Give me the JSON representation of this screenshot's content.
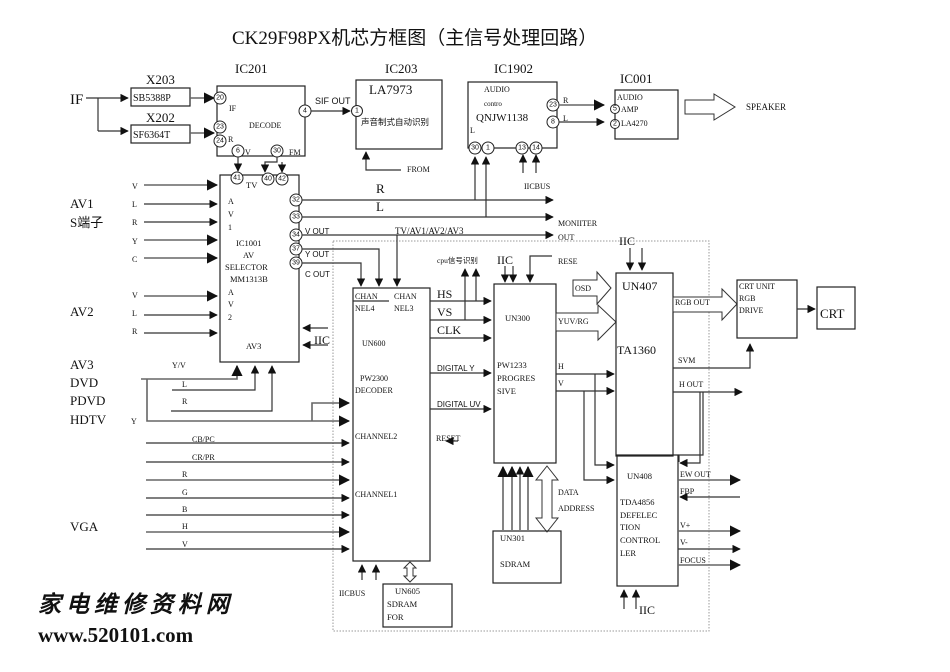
{
  "title": "CK29F98PX机芯方框图（主信号处理回路）",
  "watermark": {
    "line1": "家电维修资料网",
    "line2": "www.520101.com"
  },
  "inputs": {
    "if": "IF",
    "av1": "AV1",
    "av1_sub": "S端子",
    "av2": "AV2",
    "av3_group": [
      "AV3",
      "DVD",
      "PDVD",
      "HDTV"
    ],
    "vga": "VGA",
    "av1_signals": [
      "V",
      "L",
      "R",
      "Y",
      "C"
    ],
    "av2_signals": [
      "V",
      "L",
      "R"
    ],
    "av3_signals": [
      "Y/V",
      "L",
      "R",
      "Y"
    ],
    "channel1_signals": [
      "CB/PC",
      "CR/PR",
      "R",
      "G",
      "B",
      "H",
      "V"
    ]
  },
  "filters": [
    {
      "ref": "X203",
      "part": "SB5388P"
    },
    {
      "ref": "X202",
      "part": "SF6364T"
    }
  ],
  "ic201": {
    "ref": "IC201",
    "name": "DECODE",
    "labels": [
      "IF",
      "R",
      "V",
      "FM"
    ],
    "pins": [
      "20",
      "23",
      "24",
      "6",
      "30",
      "4"
    ],
    "out_label": "SIF OUT"
  },
  "ic203": {
    "ref": "IC203",
    "part": "LA7973",
    "desc": "声音制式自动识别",
    "pin": "1",
    "from_label": "FROM"
  },
  "ic1902": {
    "ref": "IC1902",
    "line1": "AUDIO",
    "line2": "contro",
    "part": "QNJW1138",
    "l_label": "L",
    "r_label": "R",
    "pins": [
      "23",
      "8",
      "30",
      "1",
      "13",
      "14"
    ],
    "bus_label": "IICBUS"
  },
  "ic001": {
    "ref": "IC001",
    "line1": "AUDIO",
    "line2": "AMP",
    "part": "LA4270",
    "pins": [
      "5",
      "2"
    ],
    "speaker_label": "SPEAKER"
  },
  "ic1001": {
    "ref": "IC1001",
    "line1": "AV",
    "line2": "SELECTOR",
    "part": "MM1313B",
    "av1_vert": [
      "A",
      "V",
      "1"
    ],
    "av2_vert": [
      "A",
      "V",
      "2"
    ],
    "tv_label": "TV",
    "av3_label": "AV3",
    "top_pins": [
      "41",
      "40",
      "42"
    ],
    "out_pins": [
      "32",
      "33",
      "34",
      "37",
      "39"
    ],
    "out_labels": [
      "V OUT",
      "Y OUT",
      "C OUT"
    ],
    "iic_label": "IIC"
  },
  "audio_bus": {
    "r_label": "R",
    "l_label": "L",
    "monitor_label": "MONIITER",
    "out_label": "OUT",
    "tv_av_label": "TV/AV1/AV2/AV3"
  },
  "un600": {
    "ref": "UN600",
    "part": "PW2300",
    "name": "DECODER",
    "ch4": [
      "CHAN",
      "NEL4"
    ],
    "ch3": [
      "CHAN",
      "NEL3"
    ],
    "ch2": "CHANNEL2",
    "ch1": "CHANNEL1",
    "bus_label": "IICBUS"
  },
  "un605": {
    "ref": "UN605",
    "line1": "SDRAM",
    "line2": "FOR"
  },
  "signals_mid": {
    "hs": "HS",
    "vs": "VS",
    "clk": "CLK",
    "dig_y": "DIGITAL  Y",
    "dig_uv": "DIGITAL  UV",
    "reset": "RESET",
    "cpu_label": "cpu信号识别",
    "iic": "IIC",
    "rese": "RESE"
  },
  "un300": {
    "ref": "UN300",
    "part": "PW1233",
    "line2": "PROGRES",
    "line3": "SIVE"
  },
  "un301": {
    "ref": "UN301",
    "name": "SDRAM",
    "data_label": "DATA",
    "address_label": "ADDRESS"
  },
  "un407": {
    "ref": "UN407",
    "part": "TA1360",
    "iic": "IIC",
    "osd": "OSD",
    "yuv": "YUV/RG",
    "h": "H",
    "v": "V",
    "rgb_out": "RGB OUT",
    "svm": "SVM",
    "h_out": "H  OUT"
  },
  "crt_unit": {
    "line1": "CRT UNIT",
    "line2": "RGB",
    "line3": "DRIVE",
    "crt": "CRT"
  },
  "un408": {
    "ref": "UN408",
    "part": "TDA4856",
    "lines": [
      "DEFELEC",
      "TION",
      "CONTROL",
      "LER"
    ],
    "outputs": [
      "EW  OUT",
      "FBP",
      "V+",
      "V-",
      "FOCUS"
    ],
    "iic": "IIC"
  }
}
